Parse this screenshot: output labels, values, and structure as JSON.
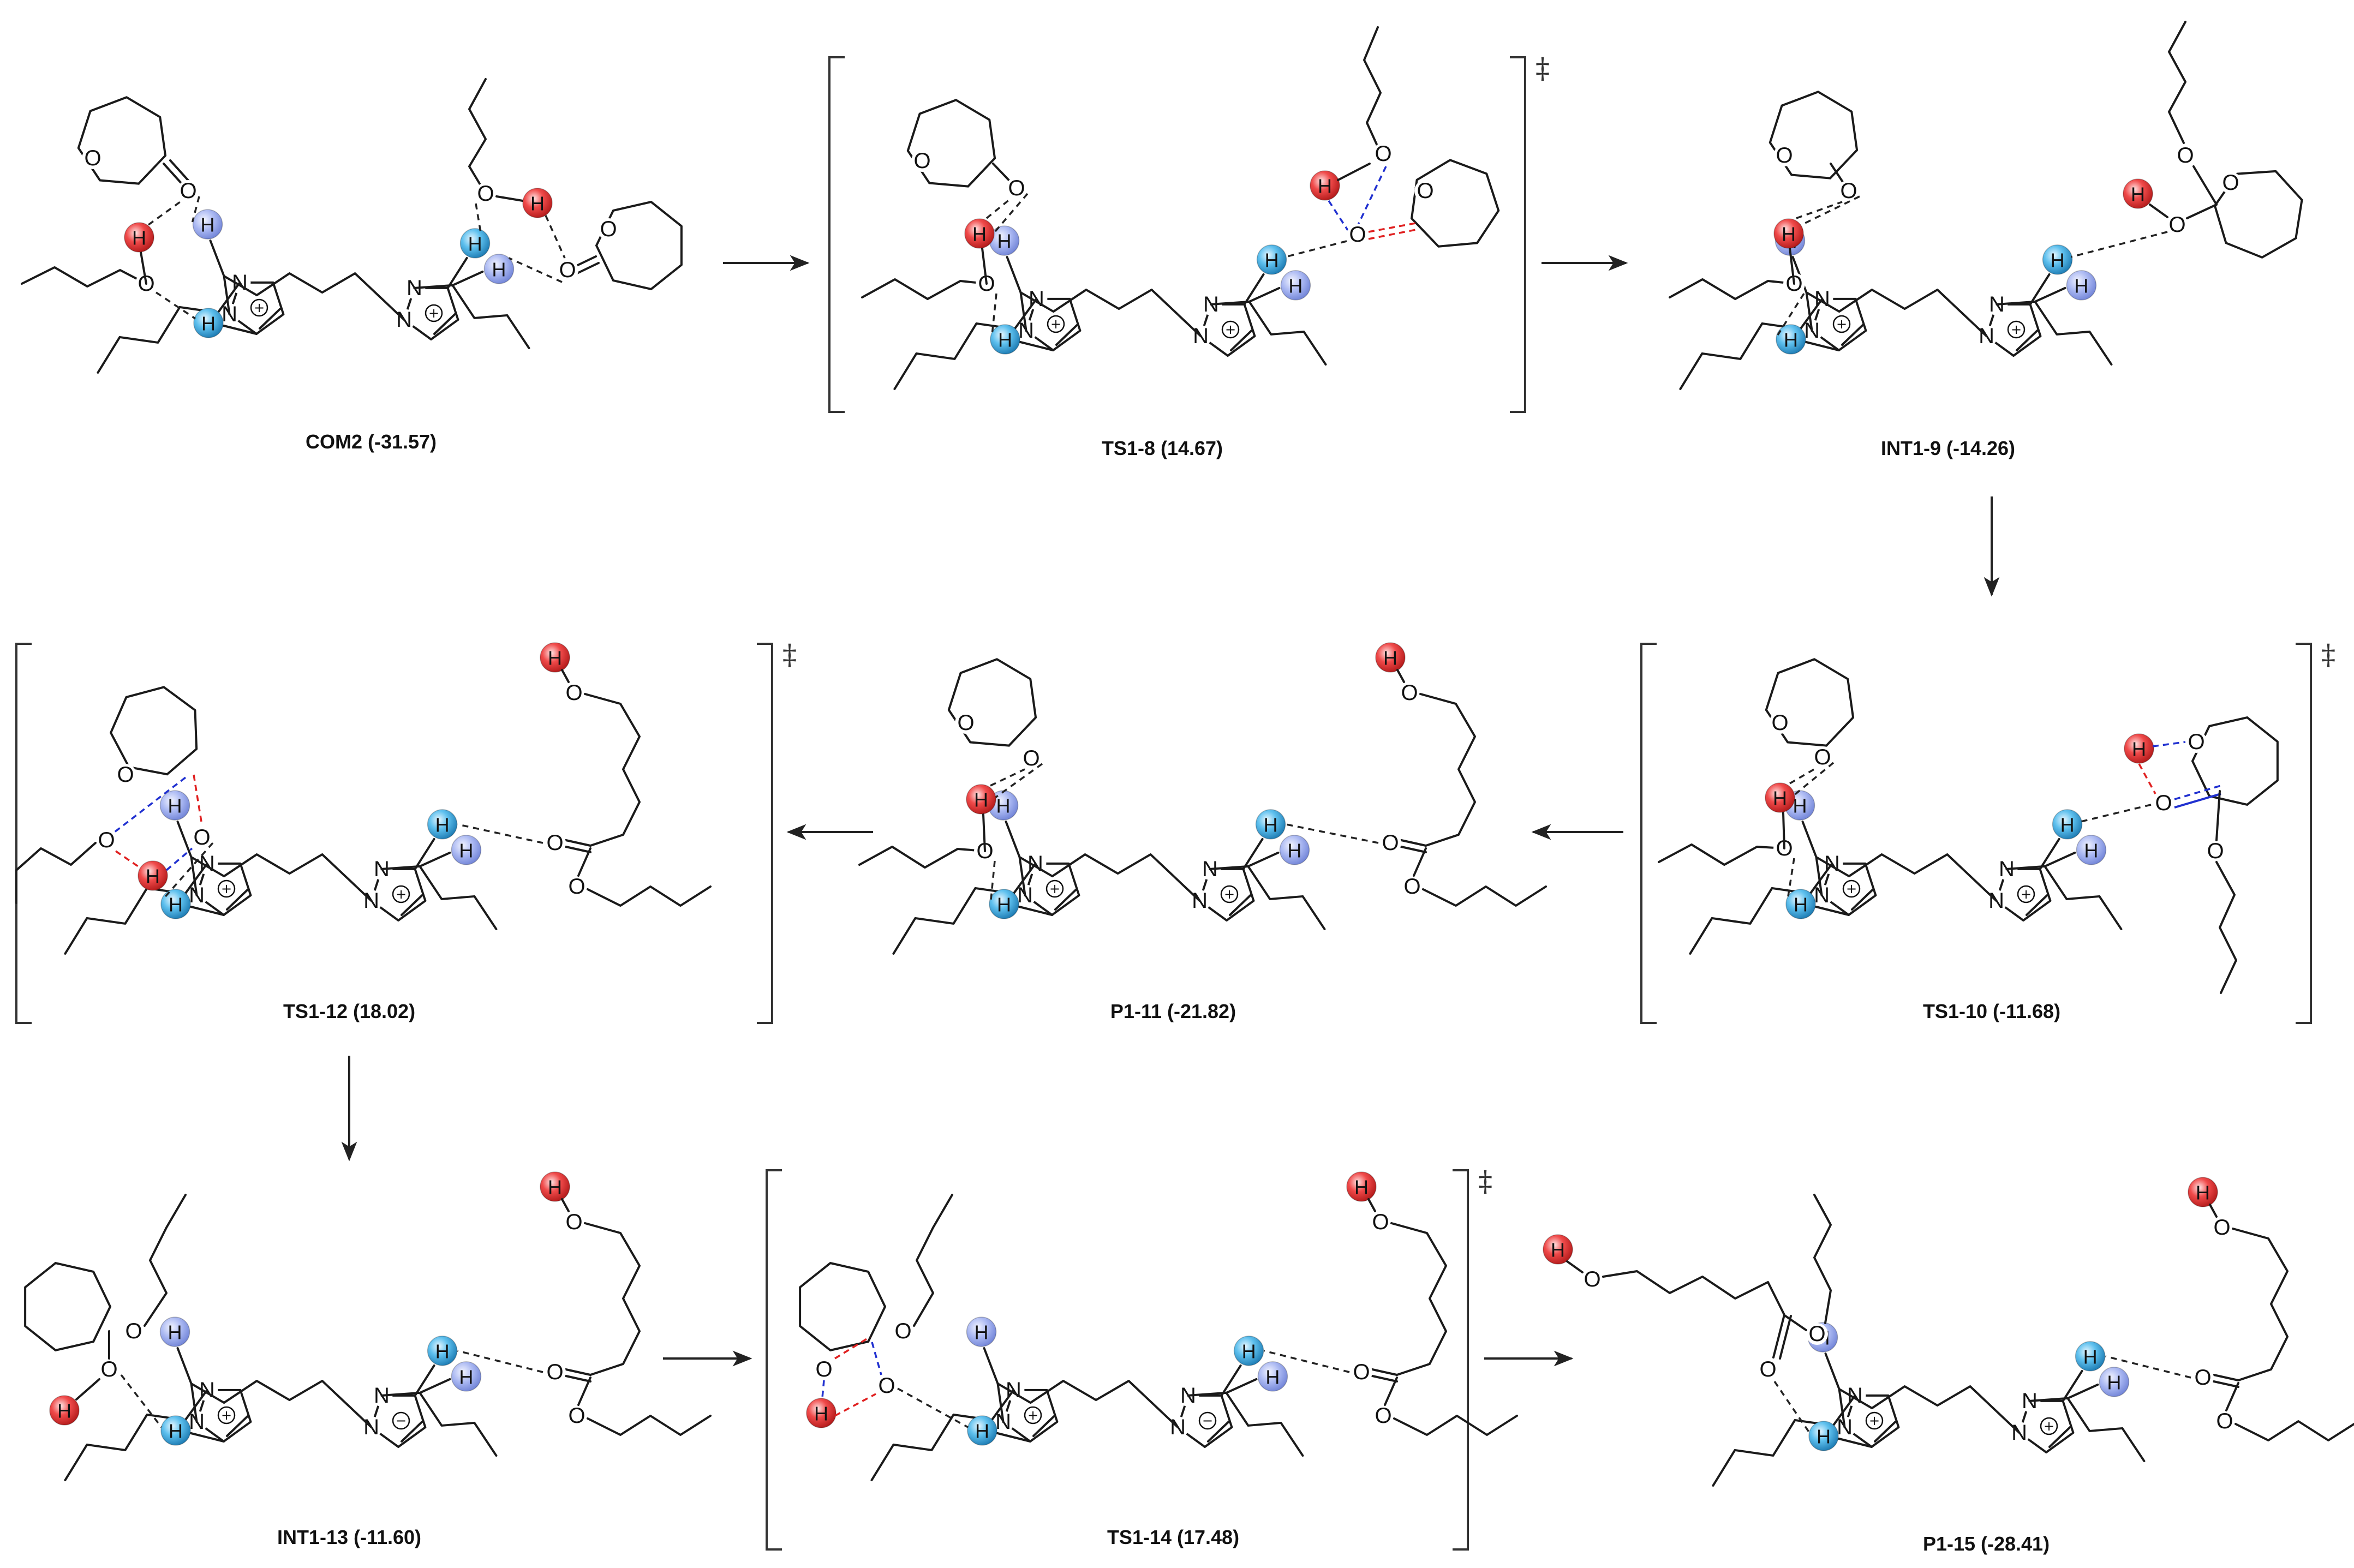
{
  "structures": [
    {
      "id": "s1",
      "label": "COM2 (-31.57)",
      "ts": false
    },
    {
      "id": "s2",
      "label": "TS1-8 (14.67)",
      "ts": true
    },
    {
      "id": "s3",
      "label": "INT1-9 (-14.26)",
      "ts": false
    },
    {
      "id": "s4",
      "label": "TS1-12 (18.02)",
      "ts": true
    },
    {
      "id": "s5",
      "label": "P1-11 (-21.82)",
      "ts": false
    },
    {
      "id": "s6",
      "label": "TS1-10 (-11.68)",
      "ts": true
    },
    {
      "id": "s7",
      "label": "INT1-13 (-11.60)",
      "ts": false
    },
    {
      "id": "s8",
      "label": "TS1-14 (17.48)",
      "ts": true
    },
    {
      "id": "s9",
      "label": "P1-15 (-28.41)",
      "ts": false
    }
  ],
  "symbols": {
    "ts_mark": "‡",
    "hydrogen": "H",
    "oxygen": "O",
    "nitrogen": "N",
    "plus": "+",
    "minus": "−"
  },
  "colors": {
    "acidic_h": "#2a9fd6",
    "alkyl_h": "#8a9ee8",
    "hydroxyl_h": "#e03030",
    "ts_red": "#e02020",
    "ts_blue": "#2030d0"
  }
}
